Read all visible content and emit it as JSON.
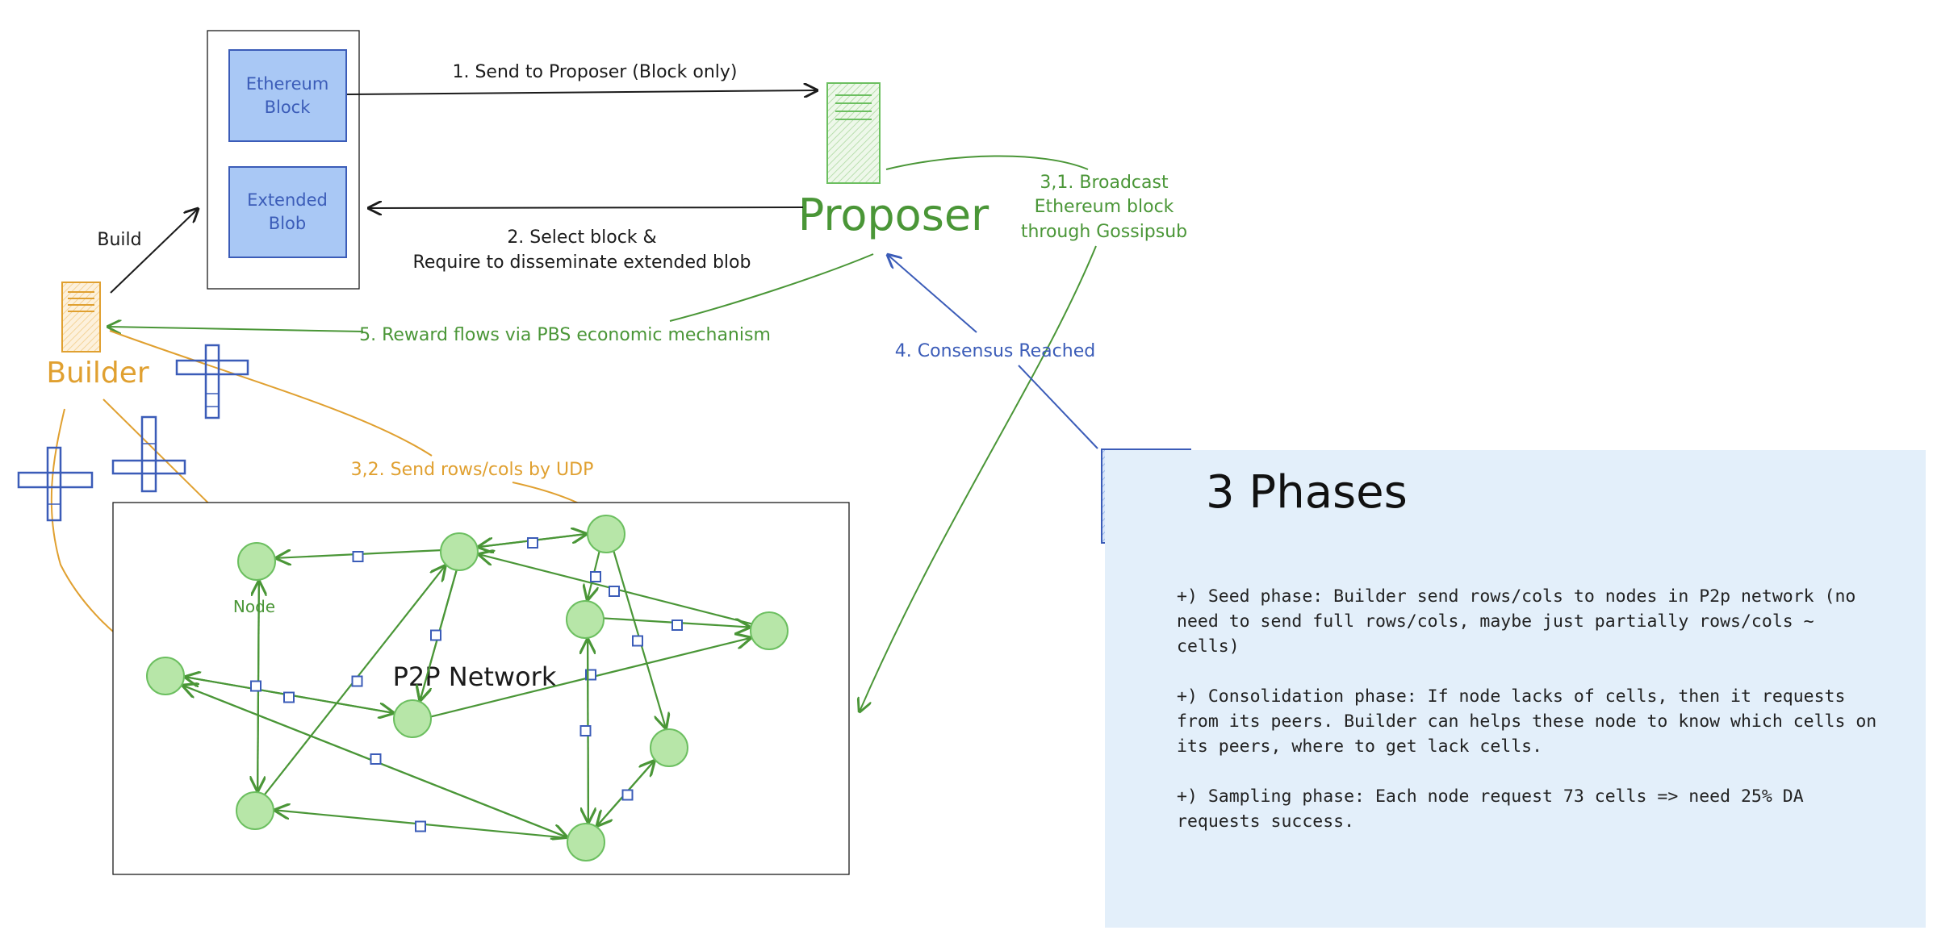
{
  "colors": {
    "blue": "#3b5cb8",
    "block_fill": "#a9c8f5",
    "green": "#4a9637",
    "node_fill": "#b7e6a8",
    "node_stroke": "#6cbf60",
    "orange": "#e0a030",
    "orange_fill": "#fbe6c2",
    "black": "#1b1b1b",
    "panel_bg": "#e3effa"
  },
  "icons": {
    "builder": "document-icon",
    "proposer": "document-icon",
    "lock": "lock-icon"
  },
  "block_container": {
    "block_label_line1": "Ethereum",
    "block_label_line2": "Block",
    "blob_label_line1": "Extended",
    "blob_label_line2": "Blob"
  },
  "actors": {
    "builder": "Builder",
    "proposer": "Proposer"
  },
  "edges": {
    "build": "Build",
    "send_to_proposer": "1. Send to Proposer (Block only)",
    "select_block_line1": "2. Select block &",
    "select_block_line2": "Require to disseminate extended blob",
    "broadcast_line1": "3,1. Broadcast",
    "broadcast_line2": "Ethereum block",
    "broadcast_line3": "through Gossipsub",
    "send_rows_cols": "3,2. Send rows/cols by UDP",
    "consensus": "4. Consensus Reached",
    "reward": "5. Reward flows via PBS economic mechanism"
  },
  "network": {
    "title": "P2P Network",
    "node_label": "Node"
  },
  "phases": {
    "title": "3 Phases",
    "items": [
      "+) Seed phase: Builder send rows/cols to nodes in P2p network (no need to send full rows/cols, maybe just partially rows/cols ~ cells)",
      "+) Consolidation phase: If node lacks of cells, then it requests from its peers. Builder can helps these node to know which cells on its peers, where to get lack cells.",
      "+) Sampling phase: Each node request 73 cells => need 25% DA requests success."
    ]
  }
}
